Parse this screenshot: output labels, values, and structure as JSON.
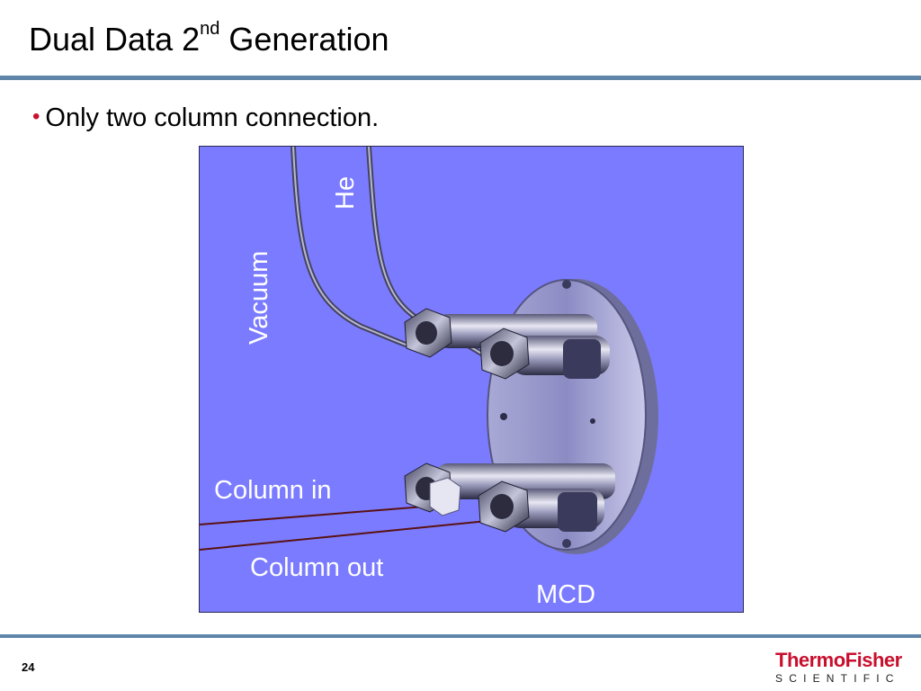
{
  "slide": {
    "title_main": "Dual Data 2",
    "title_sup": "nd",
    "title_rest": " Generation",
    "bullet_marker": "•",
    "bullet_text": "Only two column connection.",
    "page_number": "24"
  },
  "figure": {
    "label_vacuum": "Vacuum",
    "label_he": "He",
    "label_column_in": "Column in",
    "label_column_out": "Column out",
    "label_mcd": "MCD",
    "background_color": "#7b7bff"
  },
  "logo": {
    "brand": "ThermoFisher",
    "sub": "SCIENTIFIC",
    "color": "#c8102e"
  },
  "colors": {
    "rule": "#5f86a8",
    "bullet": "#c8102e"
  }
}
